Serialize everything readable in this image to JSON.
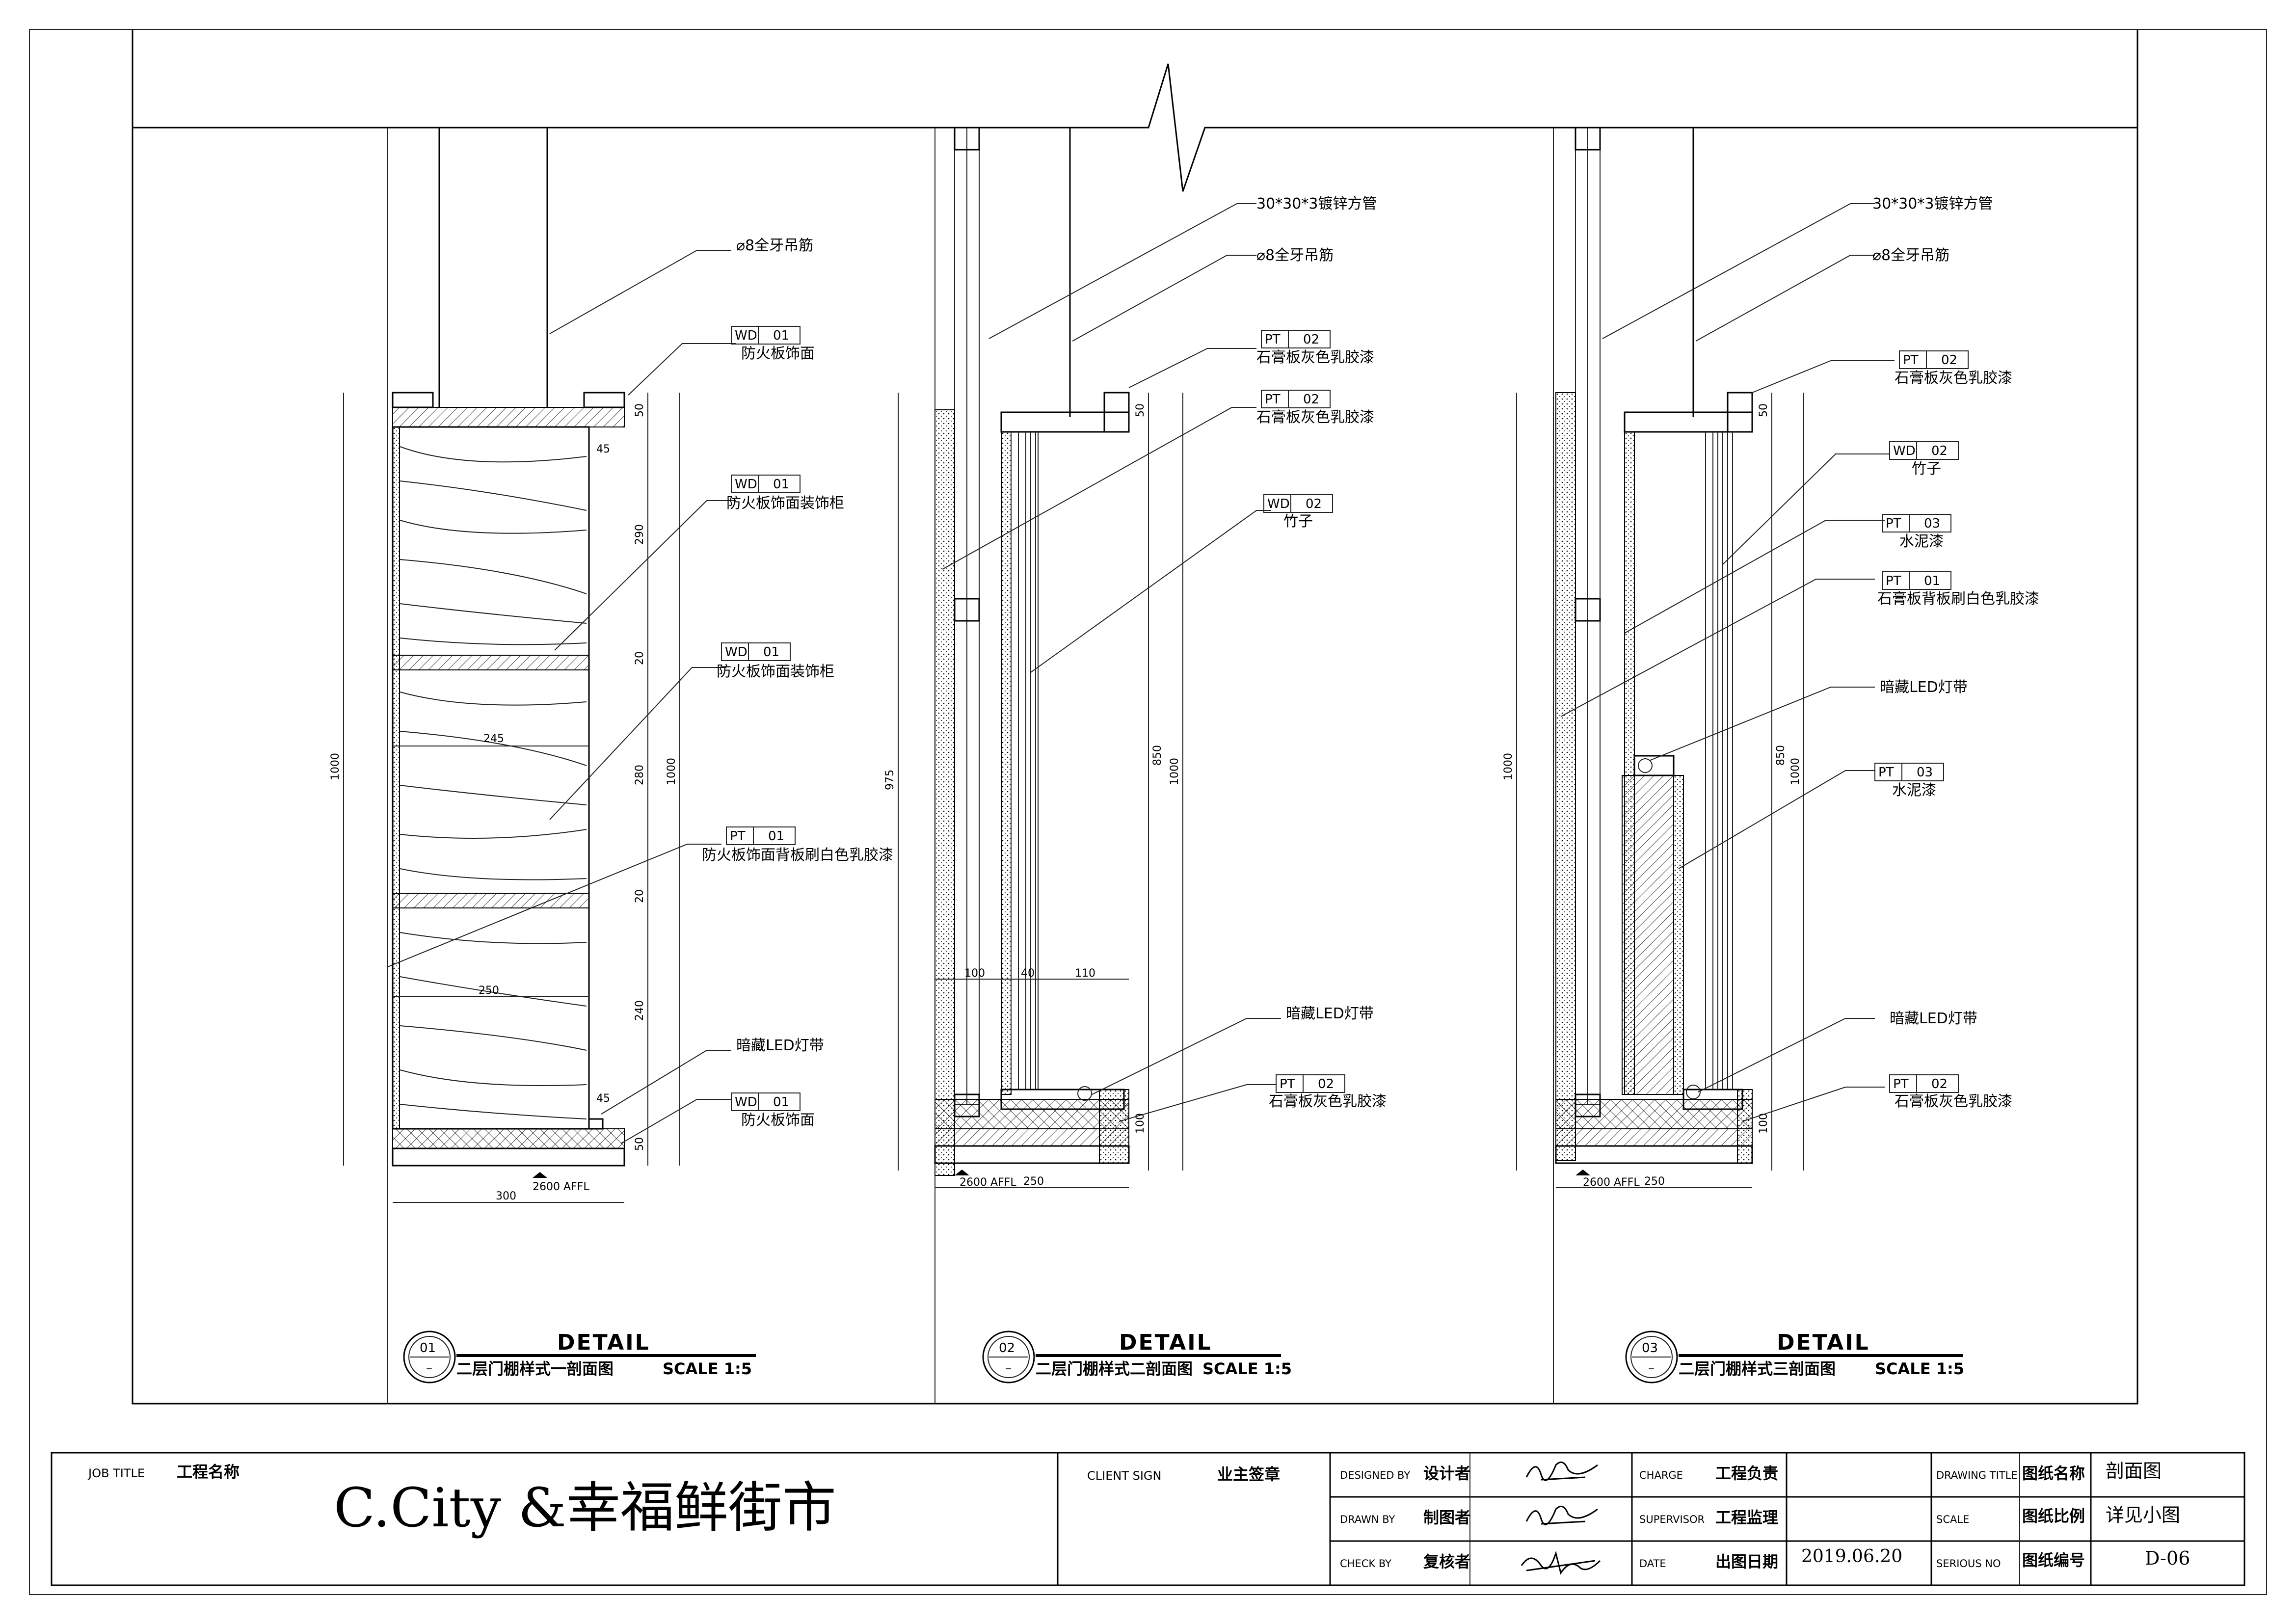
{
  "details": [
    {
      "num": "01",
      "title": "DETAIL",
      "subtitle": "二层门棚样式一剖面图",
      "scale": "SCALE 1:5",
      "callouts": [
        {
          "text": "⌀8全牙吊筋"
        },
        {
          "code": "WD",
          "no": "01",
          "text": "防火板饰面"
        },
        {
          "code": "WD",
          "no": "01",
          "text": "防火板饰面装饰柜"
        },
        {
          "code": "WD",
          "no": "01",
          "text": "防火板饰面装饰柜"
        },
        {
          "code": "PT",
          "no": "01",
          "text": "防火板饰面背板刷白色乳胶漆"
        },
        {
          "text": "暗藏LED灯带"
        },
        {
          "code": "WD",
          "no": "01",
          "text": "防火板饰面"
        }
      ],
      "dims": [
        "1000",
        "50",
        "45",
        "290",
        "20",
        "245",
        "280",
        "1000",
        "20",
        "250",
        "240",
        "45",
        "50",
        "300",
        "2600 AFFL"
      ]
    },
    {
      "num": "02",
      "title": "DETAIL",
      "subtitle": "二层门棚样式二剖面图",
      "scale": "SCALE 1:5",
      "callouts": [
        {
          "text": "30*30*3镀锌方管"
        },
        {
          "text": "⌀8全牙吊筋"
        },
        {
          "code": "PT",
          "no": "02",
          "text": "石膏板灰色乳胶漆"
        },
        {
          "code": "PT",
          "no": "02",
          "text": "石膏板灰色乳胶漆"
        },
        {
          "code": "WD",
          "no": "02",
          "text": "竹子"
        },
        {
          "text": "暗藏LED灯带"
        },
        {
          "code": "PT",
          "no": "02",
          "text": "石膏板灰色乳胶漆"
        }
      ],
      "dims": [
        "975",
        "50",
        "850",
        "1000",
        "100",
        "40",
        "110",
        "100",
        "250",
        "2600 AFFL"
      ]
    },
    {
      "num": "03",
      "title": "DETAIL",
      "subtitle": "二层门棚样式三剖面图",
      "scale": "SCALE 1:5",
      "callouts": [
        {
          "text": "30*30*3镀锌方管"
        },
        {
          "text": "⌀8全牙吊筋"
        },
        {
          "code": "PT",
          "no": "02",
          "text": "石膏板灰色乳胶漆"
        },
        {
          "code": "WD",
          "no": "02",
          "text": "竹子"
        },
        {
          "code": "PT",
          "no": "03",
          "text": "水泥漆"
        },
        {
          "code": "PT",
          "no": "01",
          "text": "石膏板背板刷白色乳胶漆"
        },
        {
          "text": "暗藏LED灯带"
        },
        {
          "code": "PT",
          "no": "03",
          "text": "水泥漆"
        },
        {
          "text": "暗藏LED灯带"
        },
        {
          "code": "PT",
          "no": "02",
          "text": "石膏板灰色乳胶漆"
        }
      ],
      "dims": [
        "1000",
        "50",
        "850",
        "1000",
        "100",
        "250",
        "2600 AFFL"
      ]
    }
  ],
  "title_block": {
    "job_title_en": "JOB TITLE",
    "job_title_cn": "工程名称",
    "project": "C.City &幸福鲜街市",
    "client_sign_en": "CLIENT SIGN",
    "client_sign_cn": "业主签章",
    "designed_by_en": "DESIGNED BY",
    "designed_by_cn": "设计者",
    "drawn_by_en": "DRAWN BY",
    "drawn_by_cn": "制图者",
    "check_by_en": "CHECK BY",
    "check_by_cn": "复核者",
    "charge_en": "CHARGE",
    "charge_cn": "工程负责",
    "supervisor_en": "SUPERVISOR",
    "supervisor_cn": "工程监理",
    "date_en": "DATE",
    "date_cn": "出图日期",
    "date_value": "2019.06.20",
    "drawing_title_en": "DRAWING TITLE",
    "drawing_title_cn": "图纸名称",
    "drawing_title_value": "剖面图",
    "scale_en": "SCALE",
    "scale_cn": "图纸比例",
    "scale_value": "详见小图",
    "serious_no_en": "SERIOUS NO",
    "serious_no_cn": "图纸编号",
    "serious_no_value": "D-06"
  }
}
